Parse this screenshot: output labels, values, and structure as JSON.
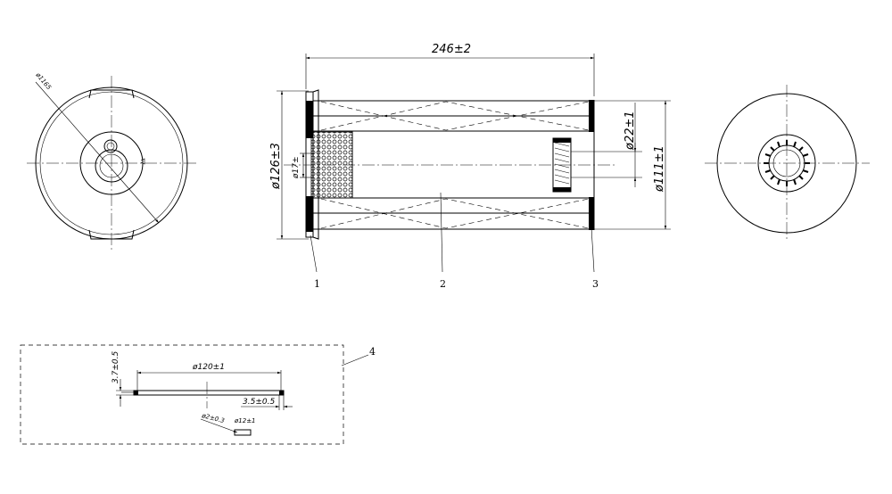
{
  "dimensions": {
    "overall_length": "246±2",
    "outer_diameter": "ø126±3",
    "inner_diameter": "ø17±",
    "end_cap_inner": "ø22±1",
    "body_diameter": "ø111±1",
    "end_view_diameter": "ø1165"
  },
  "callouts": [
    "1",
    "2",
    "3",
    "4"
  ],
  "gasket_detail": {
    "thickness": "3.7±0.5",
    "diameter": "ø120±1",
    "width": "3.5±0.5",
    "wire_diameter": "ø2±0.3",
    "hole_diameter": "ø12±1"
  }
}
